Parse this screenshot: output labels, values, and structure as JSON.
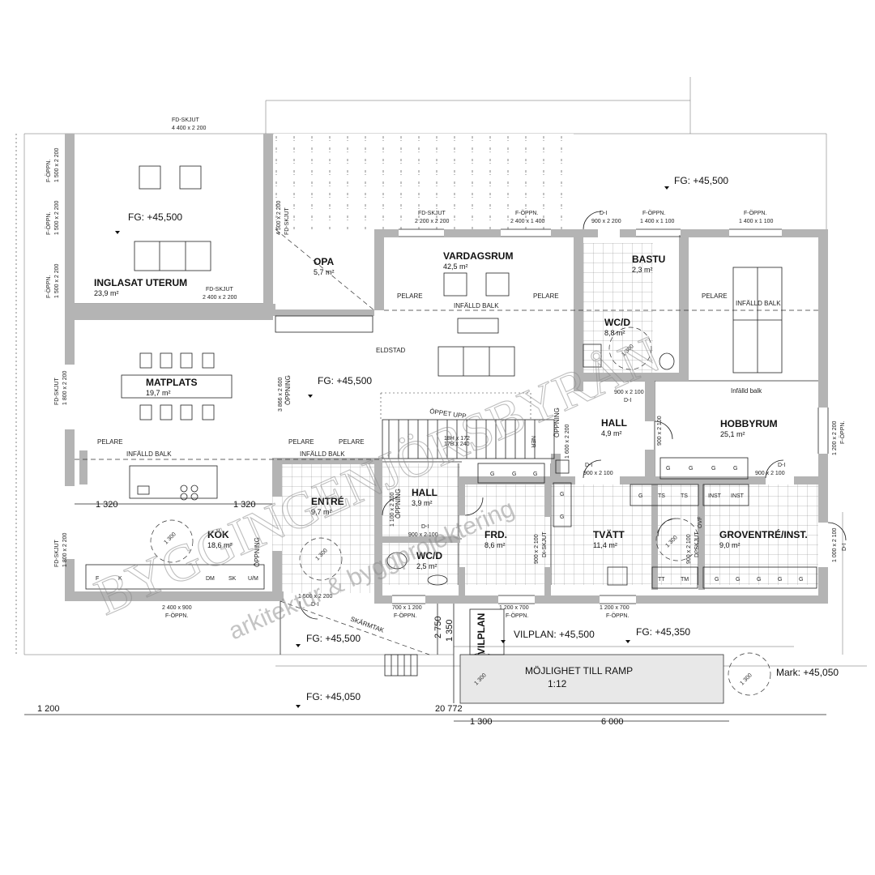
{
  "rooms": [
    {
      "id": "inglasat",
      "name": "INGLASAT UTERUM",
      "area": "23,9 m²"
    },
    {
      "id": "opa",
      "name": "OPA",
      "area": "5,7 m²"
    },
    {
      "id": "vardagsrum",
      "name": "VARDAGSRUM",
      "area": "42,5 m²"
    },
    {
      "id": "bastu",
      "name": "BASTU",
      "area": "2,3 m²"
    },
    {
      "id": "wcd1",
      "name": "WC/D",
      "area": "8,8 m²"
    },
    {
      "id": "matplats",
      "name": "MATPLATS",
      "area": "19,7 m²"
    },
    {
      "id": "hall1",
      "name": "HALL",
      "area": "4,9 m²"
    },
    {
      "id": "hobbyrum",
      "name": "HOBBYRUM",
      "area": "25,1 m²"
    },
    {
      "id": "entre",
      "name": "ENTRÉ",
      "area": "9,7 m²"
    },
    {
      "id": "hall2",
      "name": "HALL",
      "area": "3,9 m²"
    },
    {
      "id": "kok",
      "name": "KÖK",
      "area": "18,6 m²"
    },
    {
      "id": "frd",
      "name": "FRD.",
      "area": "8,6 m²"
    },
    {
      "id": "tvatt",
      "name": "TVÄTT",
      "area": "11,4 m²"
    },
    {
      "id": "groventre",
      "name": "GROVENTRÉ/INST.",
      "area": "9,0 m²"
    },
    {
      "id": "wcd2",
      "name": "WC/D",
      "area": "2,5 m²"
    }
  ],
  "levels": {
    "fg_45500_a": "FG: +45,500",
    "fg_45500_b": "FG: +45,500",
    "fg_45500_c": "FG: +45,500",
    "fg_45500_d": "FG: +45,500",
    "fg_45350": "FG: +45,350",
    "fg_45050": "FG: +45,050",
    "vilplan": "VILPLAN: +45,500",
    "mark": "Mark: +45,050"
  },
  "labels": {
    "pelare": "PELARE",
    "infalld_balk": "INFÄLLD BALK",
    "infalld_balk_lower": "Infälld balk",
    "eldstad": "ELDSTAD",
    "oppet_upp": "ÖPPET UPP",
    "oppning": "ÖPPNING",
    "skarmtak": "SKÄRMTAK",
    "vilplan": "VILPLAN",
    "ramp": "MÖJLIGHET TILL RAMP",
    "ramp_ratio": "1:12",
    "stair_1": "18H x 172",
    "stair_2": "17B x 240",
    "ner": "NER",
    "fd_skjut": "FD-SKJUT",
    "f_oppn": "F-ÖPPN.",
    "d_i": "D-I",
    "di_skjut": "DI-SKJUT",
    "ovf": "OVF"
  },
  "openings": {
    "o_4400": "4 400 x 2 200",
    "o_1500": "1 500 x 2 200",
    "o_2400": "2 400 x 2 200",
    "o_4500": "4 500 x 2 200",
    "o_2200": "2 200 x 2 200",
    "o_2400_1400": "2 400 x 1 400",
    "o_900_2200": "900 x 2 200",
    "o_1400_1100": "1 400 x 1 100",
    "o_3866": "3 866 x 2 600",
    "o_1800": "1 800 x 2 200",
    "o_900_2100": "900 x 2 100",
    "o_1600": "1 600 x 2 200",
    "o_1200_2200": "1 200 x 2 200",
    "o_1100": "1 100 x 2 200",
    "o_2400_900": "2 400 x 900",
    "o_700_1200": "700 x 1 200",
    "o_1200_700": "1 200 x 700",
    "o_1000": "1 000 x 2 100"
  },
  "dims": {
    "d1320a": "1 320",
    "d1320b": "1 320",
    "d1300": "1 300",
    "d2750": "2 750",
    "d1350": "1 350",
    "d1200": "1 200",
    "d20772": "20 772",
    "d1300b": "1 300",
    "d6000": "6 000"
  },
  "fixtures": {
    "g": "G",
    "ts": "TS",
    "inst": "INST",
    "tt": "TT",
    "tm": "TM",
    "f": "F",
    "k": "K",
    "dm": "DM",
    "sk": "SK",
    "um": "U/M"
  },
  "watermark": {
    "line1": "BYGGINGENJÖRSBYRÅN",
    "line2": "arkitektur & byggprojektering"
  },
  "colors": {
    "wall": "#b4b4b4",
    "line": "#222222"
  }
}
